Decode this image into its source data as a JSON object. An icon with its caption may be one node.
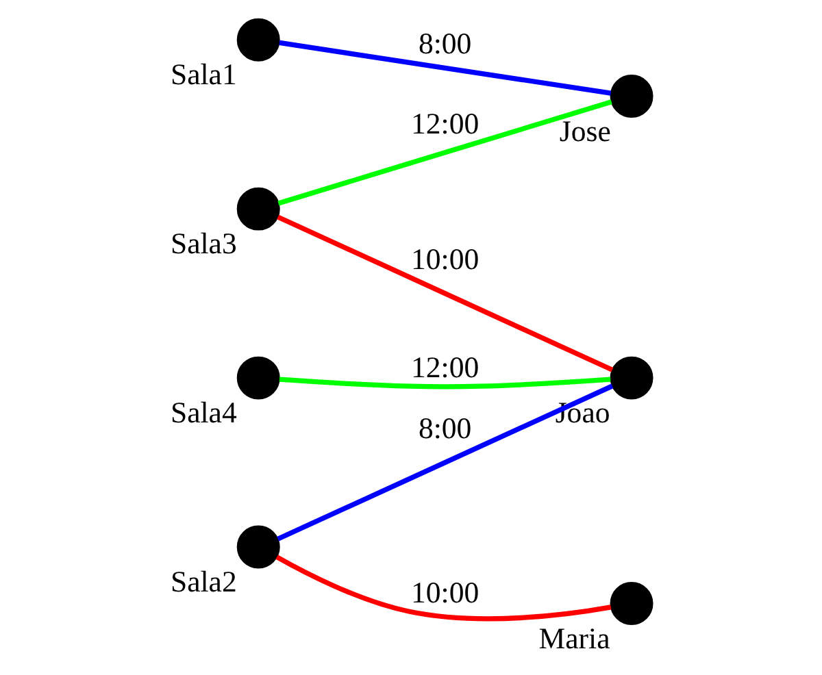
{
  "diagram": {
    "nodes": [
      {
        "text": [],
        "shape": "circle",
        "beside": [
          "Sala1"
        ]
      },
      {
        "text": [],
        "shape": "circle",
        "beside": [
          "Sala2"
        ]
      },
      {
        "text": [],
        "shape": "circle",
        "beside": [
          "Sala3"
        ]
      },
      {
        "text": [],
        "shape": "circle",
        "beside": [
          "Sala4"
        ]
      },
      {
        "text": [],
        "shape": "circle",
        "beside": [
          "Jose"
        ]
      },
      {
        "text": [],
        "shape": "circle",
        "beside": [
          "Maria"
        ]
      },
      {
        "text": [],
        "shape": "circle",
        "beside": [
          "Joao"
        ]
      }
    ],
    "edges": [
      {
        "from": 0,
        "to": 4,
        "arrow": "none",
        "label": "8:00",
        "color": "#0000ff"
      },
      {
        "from": 1,
        "to": 5,
        "arrow": "none",
        "label": "10:00",
        "color": "#ff0000"
      },
      {
        "from": 1,
        "to": 6,
        "arrow": "none",
        "label": "8:00",
        "color": "#0000ff"
      },
      {
        "from": 2,
        "to": 4,
        "arrow": "none",
        "label": "12:00",
        "color": "#00ff00"
      },
      {
        "from": 2,
        "to": 6,
        "arrow": "none",
        "label": "10:00",
        "color": "#ff0000"
      },
      {
        "from": 3,
        "to": 6,
        "arrow": "none",
        "label": "12:00",
        "color": "#00ff00"
      }
    ]
  }
}
